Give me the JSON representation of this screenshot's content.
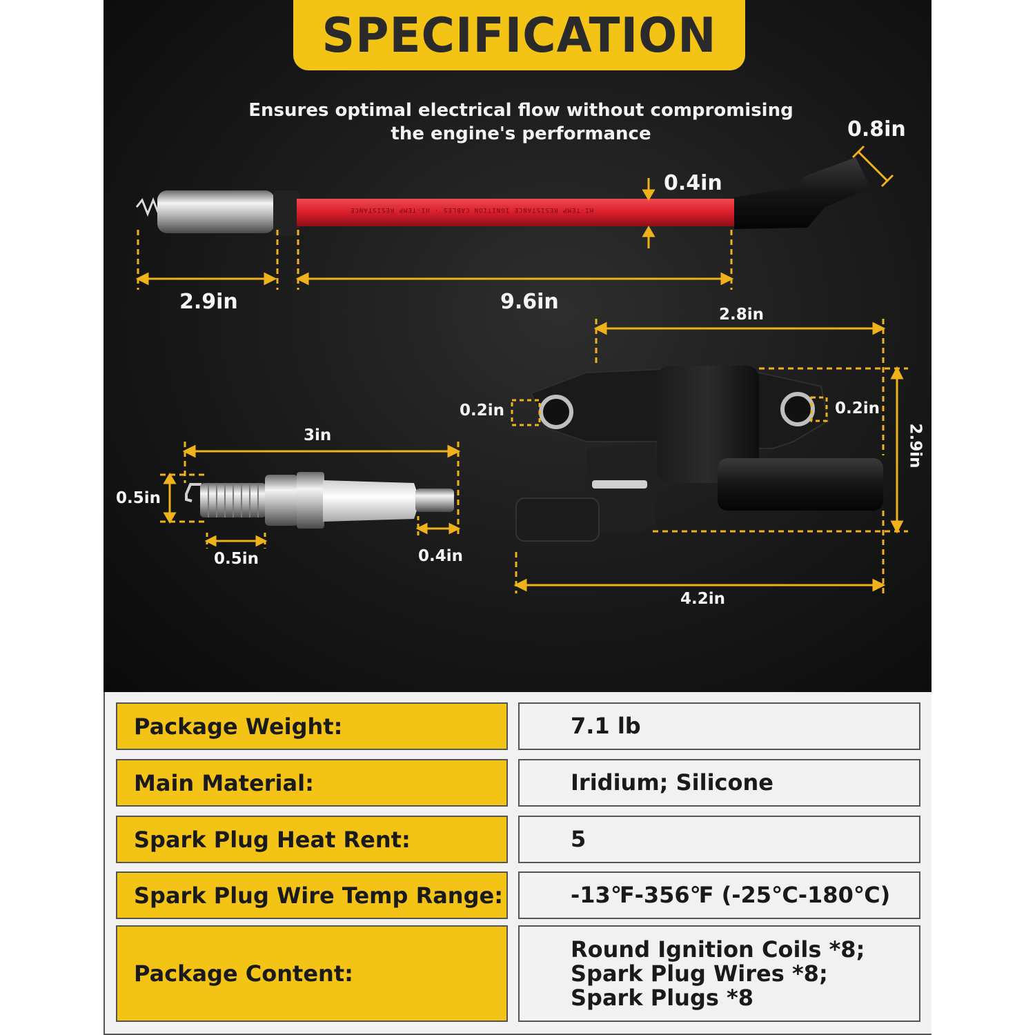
{
  "header": {
    "title": "SPECIFICATION",
    "subtitle_line1": "Ensures optimal electrical flow without compromising",
    "subtitle_line2": "the engine's performance"
  },
  "dimensions": {
    "wire_boot_width": "0.8in",
    "wire_diameter": "0.4in",
    "wire_terminal_length": "2.9in",
    "wire_length": "9.6in",
    "coil_top_width": "2.8in",
    "coil_hole_left": "0.2in",
    "coil_hole_right": "0.2in",
    "coil_height": "2.9in",
    "coil_length": "4.2in",
    "plug_length": "3in",
    "plug_tip_height": "0.5in",
    "plug_thread_length": "0.5in",
    "plug_terminal_length": "0.4in"
  },
  "wire_print_text": "HI-TEMP RESISTANCE IGNITION CABLES",
  "specs": [
    {
      "label": "Package Weight:",
      "value": "7.1 lb"
    },
    {
      "label": "Main Material:",
      "value": "Iridium; Silicone"
    },
    {
      "label": "Spark Plug Heat Rent:",
      "value": "5"
    },
    {
      "label": "Spark Plug Wire Temp Range:",
      "value": "-13℉-356℉ (-25℃-180℃)"
    },
    {
      "label": "Package Content:",
      "value_lines": [
        "Round Ignition Coils *8;",
        "Spark Plug Wires *8;",
        "Spark Plugs *8"
      ]
    }
  ],
  "colors": {
    "accent": "#f3c316",
    "dim_line": "#f0b21b",
    "wire_red": "#d81e2a",
    "background_dark": "#141414"
  }
}
